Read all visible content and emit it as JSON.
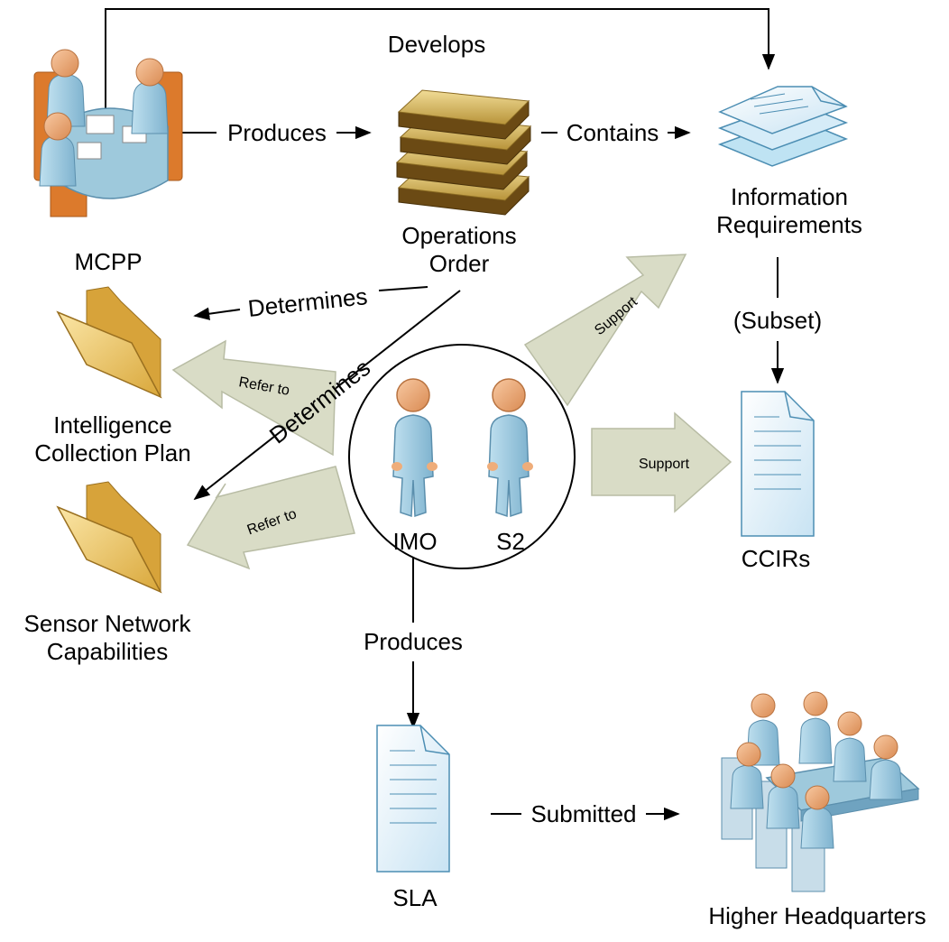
{
  "nodes": {
    "mcpp": "MCPP",
    "operations_order": [
      "Operations",
      "Order"
    ],
    "information_requirements": [
      "Information",
      "Requirements"
    ],
    "intelligence_collection_plan": [
      "Intelligence",
      "Collection Plan"
    ],
    "sensor_network_capabilities": [
      "Sensor Network",
      "Capabilities"
    ],
    "ccirs": "CCIRs",
    "imo": "IMO",
    "s2": "S2",
    "sla": "SLA",
    "higher_headquarters": "Higher Headquarters"
  },
  "edges": {
    "develops": "Develops",
    "produces_top": "Produces",
    "contains": "Contains",
    "subset": "(Subset)",
    "determines_icp": "Determines",
    "determines_snc": "Determines",
    "refer_to_icp": "Refer to",
    "refer_to_snc": "Refer to",
    "support_ir": "Support",
    "support_ccirs": "Support",
    "produces_bottom": "Produces",
    "submitted": "Submitted"
  },
  "colors": {
    "block_arrow_fill": "#d9dcc6",
    "block_arrow_stroke": "#b8bca4",
    "person_fill": "#9dc9df",
    "person_head": "#efad7a",
    "folder_fill": "#f1cf6e",
    "document_fill": "#e4f1fa",
    "table_fill": "#9ec9dc",
    "chair_fill": "#dc7a2c",
    "book_fill": "#d9bb63",
    "line": "#000000"
  }
}
